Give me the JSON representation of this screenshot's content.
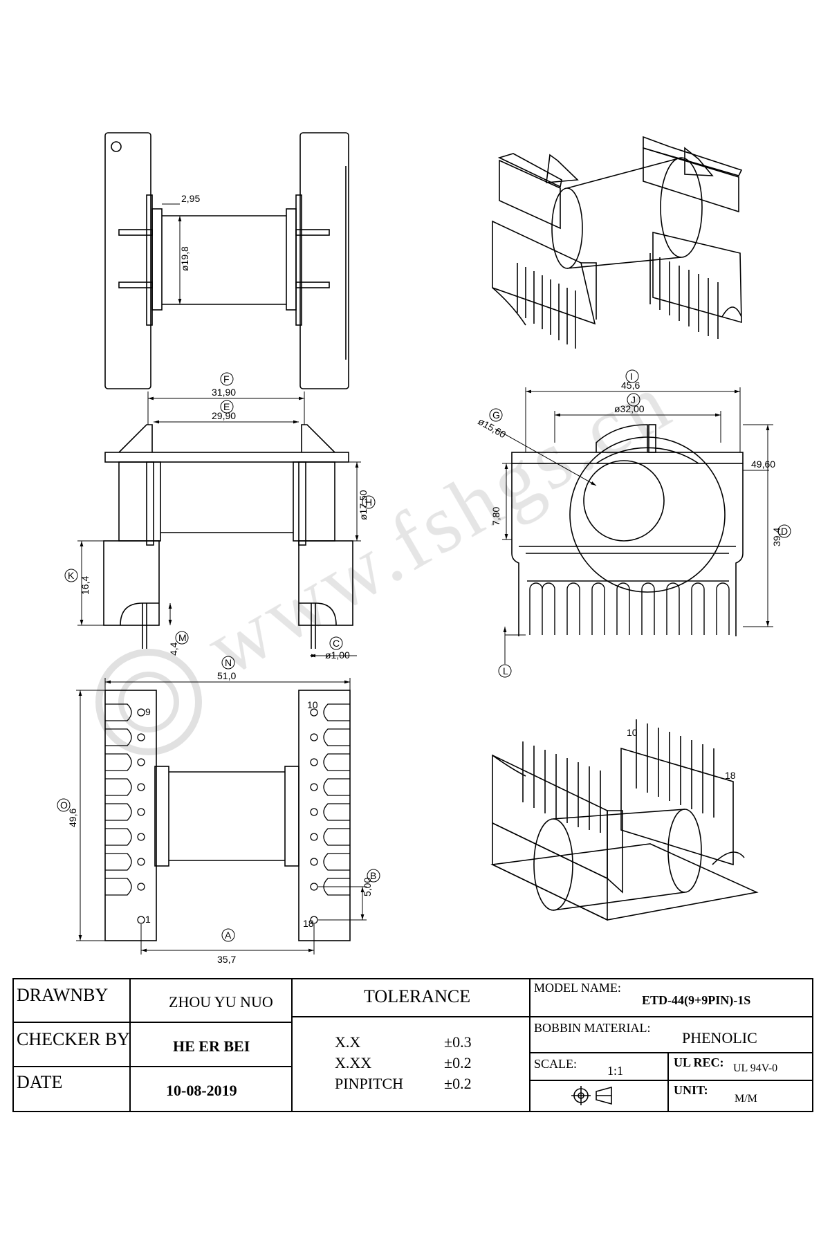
{
  "drawing": {
    "top_view": {
      "dim_wall": "2,95",
      "dim_core_dia": "ø19,8"
    },
    "side_view": {
      "F_label": "F",
      "F_value": "31,90",
      "E_label": "E",
      "E_value": "29,90",
      "H_label": "H",
      "H_value": "ø17,50",
      "K_label": "K",
      "K_value": "16,4",
      "M_label": "M",
      "M_value": "4,4",
      "C_label": "C",
      "C_value": "ø1,00"
    },
    "front_view": {
      "I_label": "I",
      "I_value": "45,6",
      "J_label": "J",
      "J_value": "ø32,00",
      "G_label": "G",
      "G_value": "ø15,60",
      "dim_flange": "49,60",
      "dim_offset": "7,80",
      "D_label": "D",
      "D_value": "39,4",
      "L_label": "L"
    },
    "bottom_view": {
      "N_label": "N",
      "N_value": "51,0",
      "O_label": "O",
      "O_value": "49,6",
      "A_label": "A",
      "A_value": "35,7",
      "B_label": "B",
      "B_value": "5,00",
      "pin_9": "9",
      "pin_10": "10",
      "pin_1": "1",
      "pin_18": "18"
    },
    "iso_bottom": {
      "pin_10": "10",
      "pin_18": "18"
    },
    "watermark": "www.fshgs.cn"
  },
  "title_block": {
    "drawn_by_label": "DRAWNBY",
    "drawn_by_value": "ZHOU YU NUO",
    "checker_label": "CHECKER BY",
    "checker_value": "HE ER BEI",
    "date_label": "DATE",
    "date_value": "10-08-2019",
    "tolerance_title": "TOLERANCE",
    "tolerances": [
      {
        "name": "X.X",
        "value": "±0.3"
      },
      {
        "name": "X.XX",
        "value": "±0.2"
      },
      {
        "name": "PINPITCH",
        "value": "±0.2"
      }
    ],
    "model_label": "MODEL NAME:",
    "model_value": "ETD-44(9+9PIN)-1S",
    "material_label": "BOBBIN MATERIAL:",
    "material_value": "PHENOLIC",
    "scale_label": "SCALE:",
    "scale_value": "1:1",
    "ul_label": "UL REC:",
    "ul_value": "UL 94V-0",
    "unit_label": "UNIT:",
    "unit_value": "M/M",
    "projection_symbol": "first-angle-projection-icon"
  }
}
